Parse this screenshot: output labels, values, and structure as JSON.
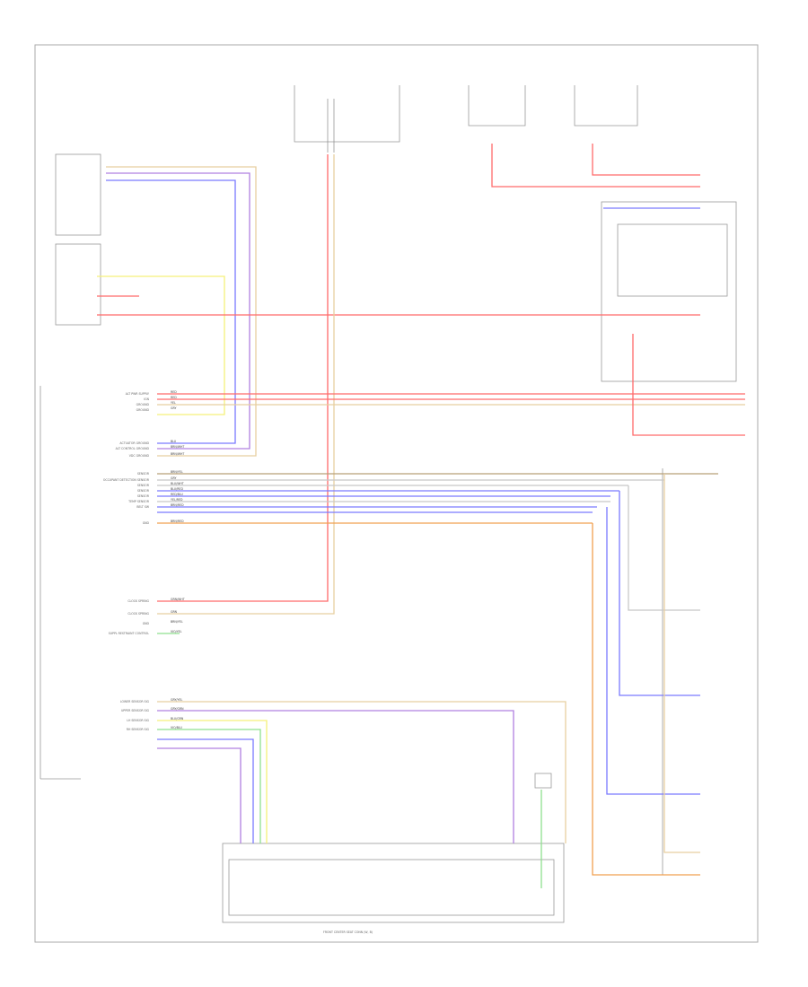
{
  "page_label": "",
  "components": {
    "ecm_name": "",
    "front_fuse_box": "",
    "right_ign_box": "",
    "seat_module": "",
    "heater_footer": "FRONT CENTER SEAT CONN (W, B)",
    "heater_fuse_label": ""
  },
  "fuses": [
    {
      "label": ""
    },
    {
      "label": ""
    },
    {
      "label": ""
    }
  ],
  "ecm_pins": [
    {
      "label": "ALT PWR SUPPLY",
      "wire": "RED"
    },
    {
      "label": "IGN",
      "wire": "RED"
    },
    {
      "label": "GROUND",
      "wire": "YEL"
    },
    {
      "label": "GROUND",
      "wire": "GRY"
    },
    {
      "label": "ACTUATOR GROUND",
      "wire": "BLU"
    },
    {
      "label": "ALT CONTROL GROUND",
      "wire": "BRN/WHT"
    },
    {
      "label": "VDC GROUND",
      "wire": "BRN/WHT"
    },
    {
      "label": "SENSOR",
      "wire": "BRN/YEL"
    },
    {
      "label": "OCCUPANT DETECTION SENSOR",
      "wire": "GRY"
    },
    {
      "label": "SENSOR",
      "wire": "BLU/WHT"
    },
    {
      "label": "SENSOR",
      "wire": "BLU/RED"
    },
    {
      "label": "SENSOR",
      "wire": "RED/BLU"
    },
    {
      "label": "TEMP SENSOR",
      "wire": "YEL/RED"
    },
    {
      "label": "BELT SW",
      "wire": "BRN/RED"
    },
    {
      "label": "GND",
      "wire": "BRN/RED"
    },
    {
      "label": "CLOCK SPRING",
      "wire": "GRN/WHT"
    },
    {
      "label": "CLOCK SPRING",
      "wire": "GRN"
    },
    {
      "label": "GND",
      "wire": "BRN/YEL"
    },
    {
      "label": "SUPPL RESTRAINT CONTROL",
      "wire": "VIO/YEL"
    },
    {
      "label": "LOWER SENSOR SIG",
      "wire": "GRY/YEL"
    },
    {
      "label": "UPPER SENSOR SIG",
      "wire": "GRY/GRN"
    },
    {
      "label": "LH SENSOR SIG",
      "wire": "BLU/GRN"
    },
    {
      "label": "RH SENSOR SIG",
      "wire": "VIO/BLU"
    }
  ],
  "ecm_footer": "",
  "right_labels": [
    {
      "text": ""
    },
    {
      "text": ""
    },
    {
      "text": ""
    },
    {
      "text": ""
    }
  ],
  "colors": {
    "red": "#ff6b6b",
    "yellow": "#f5f07a",
    "tan": "#e8cfa0",
    "blue": "#7a7aff",
    "gray": "#c8c8c8",
    "brown": "#b8a078",
    "orange": "#f0a050",
    "green": "#8fe08f",
    "violet": "#b080e0",
    "frame": "#aaaaaa"
  }
}
